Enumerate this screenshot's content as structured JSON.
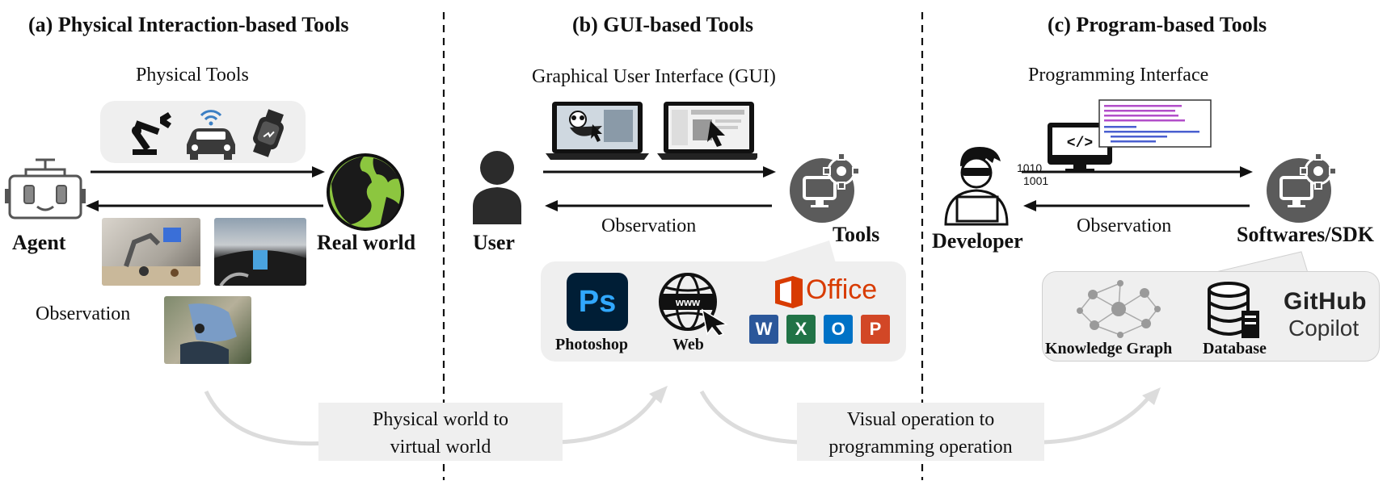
{
  "sections": {
    "physical": {
      "title": "(a) Physical Interaction-based Tools",
      "tools_label": "Physical  Tools",
      "agent_label": "Agent",
      "world_label": "Real world",
      "observation_label": "Observation"
    },
    "gui": {
      "title": "(b) GUI-based Tools",
      "interface_label": "Graphical User Interface (GUI)",
      "user_label": "User",
      "tools_label": "Tools",
      "observation_label": "Observation",
      "apps": {
        "photoshop_label": "Photoshop",
        "photoshop_logo_text": "Ps",
        "web_label": "Web",
        "web_logo_text": "www",
        "office_logo_text": "Office",
        "office_letters": [
          "W",
          "X",
          "O",
          "P"
        ]
      }
    },
    "program": {
      "title": "(c) Program-based Tools",
      "interface_label": "Programming Interface",
      "developer_label": "Developer",
      "sdk_label": "Softwares/SDK",
      "observation_label": "Observation",
      "binary_text": [
        "1010",
        "1001"
      ],
      "code_symbol": "</>",
      "apps": {
        "kg_label": "Knowledge Graph",
        "db_label": "Database",
        "github_text": "GitHub",
        "copilot_text": "Copilot"
      }
    }
  },
  "transitions": {
    "first": "Physical world to\nvirtual world",
    "second": "Visual operation to\nprogramming operation"
  },
  "colors": {
    "tool_gray": "#5b5b5b",
    "panel_bg": "#efefef",
    "photoshop_bg": "#001e36",
    "photoshop_blue": "#31a8ff",
    "office_orange": "#d83b01",
    "word_blue": "#2b579a",
    "excel_green": "#217346",
    "outlook_blue": "#0072c6",
    "ppt_red": "#d24726",
    "wifi_blue": "#3b7fc4",
    "earth_green": "#8cc63f"
  }
}
